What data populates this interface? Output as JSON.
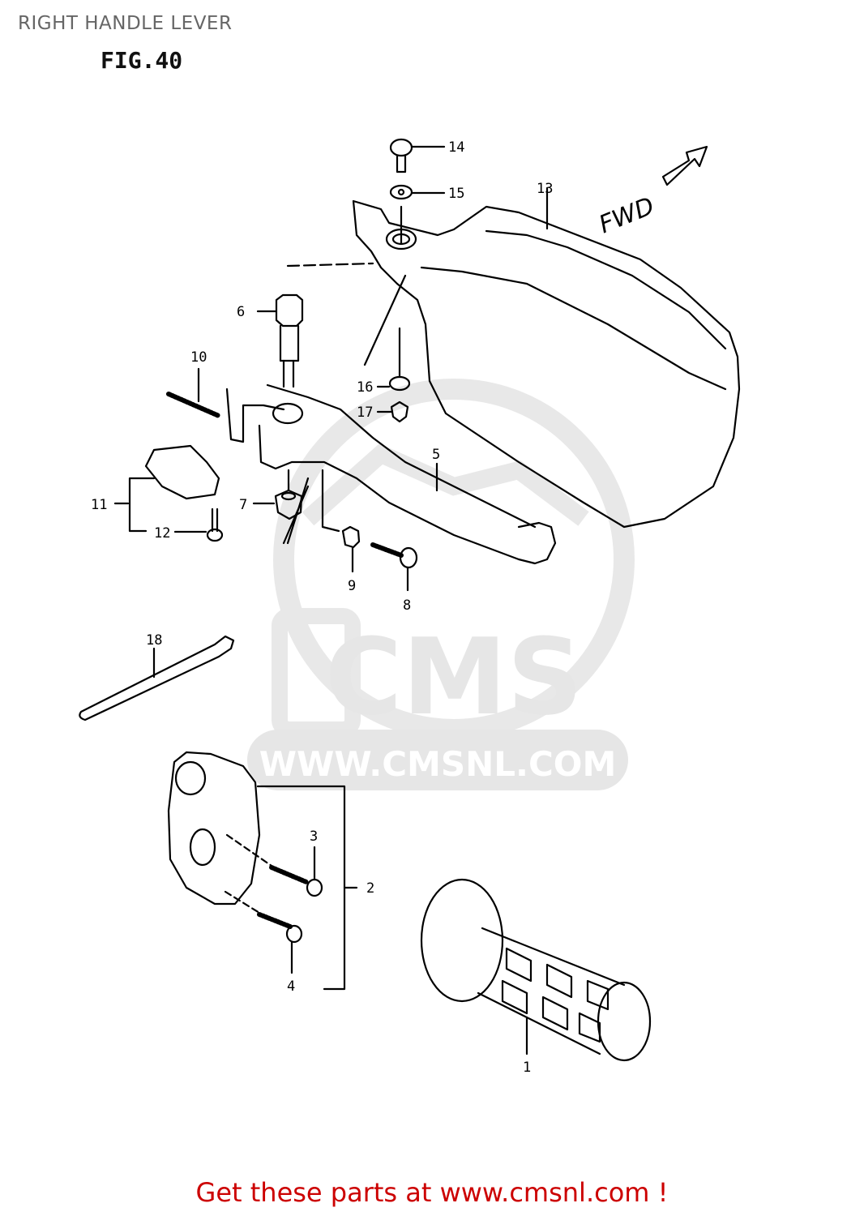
{
  "header": {
    "title": "RIGHT HANDLE LEVER",
    "figure": "FIG.40"
  },
  "diagram": {
    "direction_label": "FWD",
    "direction_icon": "arrow-forward-outline-icon",
    "callouts": [
      {
        "number": "1",
        "part": "grip"
      },
      {
        "number": "2",
        "part": "switch-housing-assembly"
      },
      {
        "number": "3",
        "part": "screw"
      },
      {
        "number": "4",
        "part": "screw"
      },
      {
        "number": "5",
        "part": "brake-lever"
      },
      {
        "number": "6",
        "part": "pivot-bolt"
      },
      {
        "number": "7",
        "part": "nut"
      },
      {
        "number": "8",
        "part": "adjuster-screw"
      },
      {
        "number": "9",
        "part": "nut"
      },
      {
        "number": "10",
        "part": "spring"
      },
      {
        "number": "11",
        "part": "brake-switch"
      },
      {
        "number": "12",
        "part": "screw"
      },
      {
        "number": "13",
        "part": "hand-guard"
      },
      {
        "number": "14",
        "part": "bolt"
      },
      {
        "number": "15",
        "part": "washer"
      },
      {
        "number": "16",
        "part": "washer"
      },
      {
        "number": "17",
        "part": "nut"
      },
      {
        "number": "18",
        "part": "cable-tie"
      }
    ],
    "watermark": {
      "brand": "CMS",
      "url": "WWW.CMSNL.COM",
      "color": "#e6e6e6"
    }
  },
  "footer": {
    "text": "Get these parts at www.cmsnl.com !",
    "color": "#cc0000"
  }
}
